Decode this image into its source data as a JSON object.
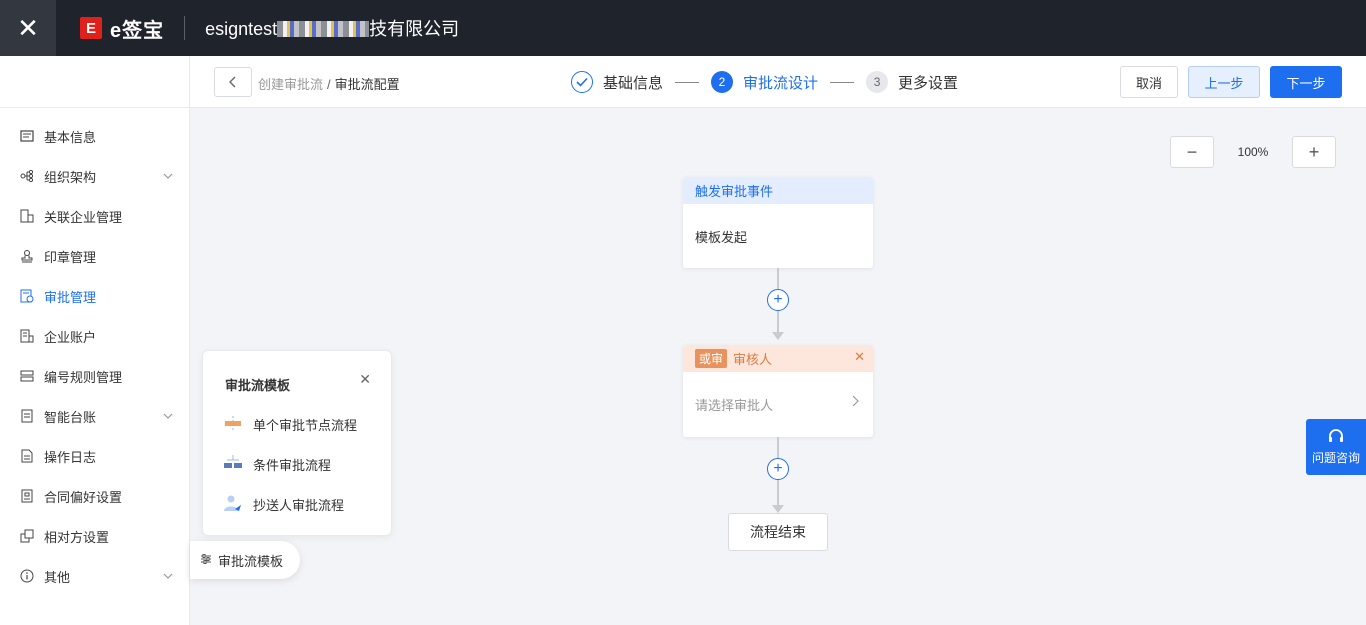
{
  "topbar": {
    "brand": "e签宝",
    "logo_mark": "E",
    "company_prefix": "esigntest",
    "company_suffix": "技有限公司"
  },
  "header": {
    "breadcrumb_parent": "创建审批流",
    "breadcrumb_sep": "/",
    "breadcrumb_current": "审批流配置",
    "steps": [
      {
        "num": "✓",
        "label": "基础信息",
        "state": "done"
      },
      {
        "num": "2",
        "label": "审批流设计",
        "state": "active"
      },
      {
        "num": "3",
        "label": "更多设置",
        "state": "wait"
      }
    ],
    "cancel_label": "取消",
    "prev_label": "上一步",
    "next_label": "下一步"
  },
  "sidebar": {
    "items": [
      {
        "label": "基本信息",
        "icon": "doc-list-icon"
      },
      {
        "label": "组织架构",
        "icon": "org-tree-icon",
        "expandable": true
      },
      {
        "label": "关联企业管理",
        "icon": "building-link-icon"
      },
      {
        "label": "印章管理",
        "icon": "seal-icon"
      },
      {
        "label": "审批管理",
        "icon": "approval-icon",
        "active": true
      },
      {
        "label": "企业账户",
        "icon": "company-account-icon"
      },
      {
        "label": "编号规则管理",
        "icon": "number-rule-icon"
      },
      {
        "label": "智能台账",
        "icon": "ledger-icon",
        "expandable": true
      },
      {
        "label": "操作日志",
        "icon": "log-icon"
      },
      {
        "label": "合同偏好设置",
        "icon": "contract-pref-icon"
      },
      {
        "label": "相对方设置",
        "icon": "counterparty-icon"
      },
      {
        "label": "其他",
        "icon": "info-icon",
        "expandable": true
      }
    ]
  },
  "canvas": {
    "zoom": "100%",
    "trigger_node": {
      "title": "触发审批事件",
      "body": "模板发起"
    },
    "approver_node": {
      "tag": "或审",
      "title": "审核人",
      "placeholder": "请选择审批人"
    },
    "end_node": "流程结束"
  },
  "template_panel": {
    "title": "审批流模板",
    "items": [
      "单个审批节点流程",
      "条件审批流程",
      "抄送人审批流程"
    ],
    "toggle_label": "审批流模板"
  },
  "help": {
    "label": "问题咨询"
  },
  "colors": {
    "primary": "#1e6ff0",
    "brand_red": "#e0201b",
    "topbar": "#1f232b",
    "approver_accent": "#e07a3e"
  }
}
